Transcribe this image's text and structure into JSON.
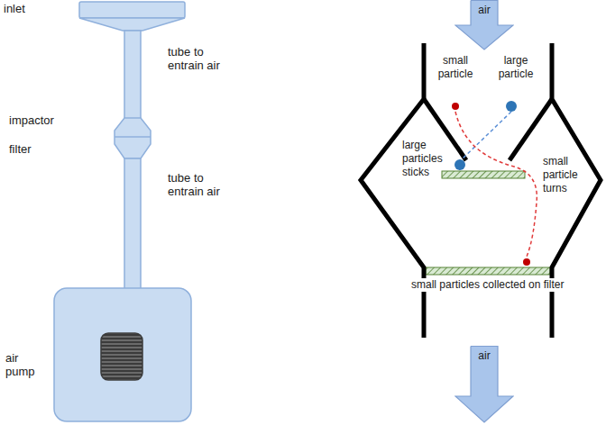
{
  "diagram": {
    "nodes": [
      {
        "text": [
          "air"
        ]
      },
      {
        "text": [
          "air"
        ]
      }
    ],
    "labels": [
      "inlet",
      "tube to entrain air",
      "impactor",
      "filter",
      "tube to entrain air",
      "air pump",
      "small particle",
      "large particle",
      "large particles sticks",
      "small particle turns",
      "small particles collected on filter"
    ]
  }
}
